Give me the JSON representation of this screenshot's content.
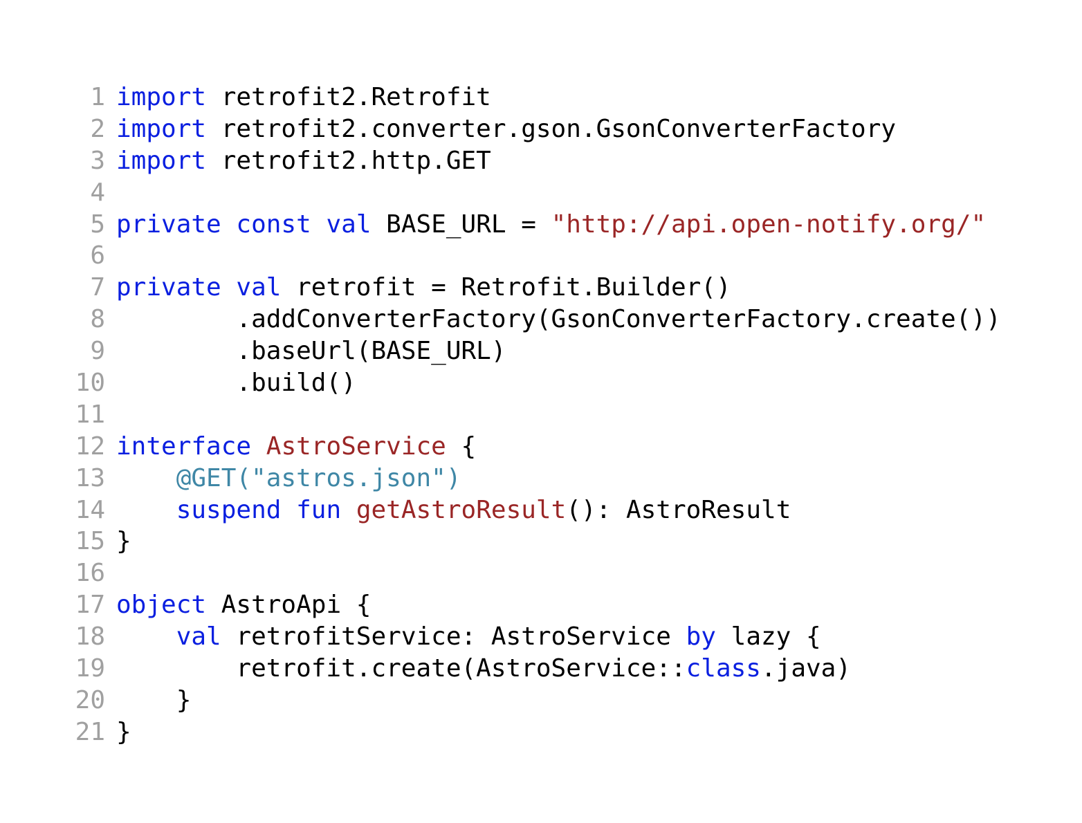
{
  "colors": {
    "keyword": "#0a1fe0",
    "string": "#9a2626",
    "type_name": "#9a2626",
    "function_name": "#9a2626",
    "annotation": "#3f87a6",
    "plain": "#000000",
    "line_number": "#a0a0a0",
    "background": "#ffffff"
  },
  "code": {
    "language": "kotlin",
    "lines": [
      {
        "number": "1",
        "tokens": [
          {
            "t": "kw",
            "text": "import"
          },
          {
            "t": "plain",
            "text": " retrofit2.Retrofit"
          }
        ]
      },
      {
        "number": "2",
        "tokens": [
          {
            "t": "kw",
            "text": "import"
          },
          {
            "t": "plain",
            "text": " retrofit2.converter.gson.GsonConverterFactory"
          }
        ]
      },
      {
        "number": "3",
        "tokens": [
          {
            "t": "kw",
            "text": "import"
          },
          {
            "t": "plain",
            "text": " retrofit2.http.GET"
          }
        ]
      },
      {
        "number": "4",
        "tokens": []
      },
      {
        "number": "5",
        "tokens": [
          {
            "t": "kw",
            "text": "private"
          },
          {
            "t": "plain",
            "text": " "
          },
          {
            "t": "kw",
            "text": "const"
          },
          {
            "t": "plain",
            "text": " "
          },
          {
            "t": "kw",
            "text": "val"
          },
          {
            "t": "plain",
            "text": " BASE_URL = "
          },
          {
            "t": "str",
            "text": "\"http://api.open-notify.org/\""
          }
        ]
      },
      {
        "number": "6",
        "tokens": []
      },
      {
        "number": "7",
        "tokens": [
          {
            "t": "kw",
            "text": "private"
          },
          {
            "t": "plain",
            "text": " "
          },
          {
            "t": "kw",
            "text": "val"
          },
          {
            "t": "plain",
            "text": " retrofit = Retrofit.Builder()"
          }
        ]
      },
      {
        "number": "8",
        "tokens": [
          {
            "t": "plain",
            "text": "        .addConverterFactory(GsonConverterFactory.create())"
          }
        ]
      },
      {
        "number": "9",
        "tokens": [
          {
            "t": "plain",
            "text": "        .baseUrl(BASE_URL)"
          }
        ]
      },
      {
        "number": "10",
        "tokens": [
          {
            "t": "plain",
            "text": "        .build()"
          }
        ]
      },
      {
        "number": "11",
        "tokens": []
      },
      {
        "number": "12",
        "tokens": [
          {
            "t": "kw",
            "text": "interface"
          },
          {
            "t": "plain",
            "text": " "
          },
          {
            "t": "type",
            "text": "AstroService"
          },
          {
            "t": "plain",
            "text": " {"
          }
        ]
      },
      {
        "number": "13",
        "tokens": [
          {
            "t": "plain",
            "text": "    "
          },
          {
            "t": "ann",
            "text": "@GET(\"astros.json\")"
          }
        ]
      },
      {
        "number": "14",
        "tokens": [
          {
            "t": "plain",
            "text": "    "
          },
          {
            "t": "kw",
            "text": "suspend"
          },
          {
            "t": "plain",
            "text": " "
          },
          {
            "t": "kw",
            "text": "fun"
          },
          {
            "t": "plain",
            "text": " "
          },
          {
            "t": "fn",
            "text": "getAstroResult"
          },
          {
            "t": "plain",
            "text": "(): AstroResult"
          }
        ]
      },
      {
        "number": "15",
        "tokens": [
          {
            "t": "plain",
            "text": "}"
          }
        ]
      },
      {
        "number": "16",
        "tokens": []
      },
      {
        "number": "17",
        "tokens": [
          {
            "t": "kw",
            "text": "object"
          },
          {
            "t": "plain",
            "text": " AstroApi {"
          }
        ]
      },
      {
        "number": "18",
        "tokens": [
          {
            "t": "plain",
            "text": "    "
          },
          {
            "t": "kw",
            "text": "val"
          },
          {
            "t": "plain",
            "text": " retrofitService: AstroService "
          },
          {
            "t": "kw",
            "text": "by"
          },
          {
            "t": "plain",
            "text": " lazy {"
          }
        ]
      },
      {
        "number": "19",
        "tokens": [
          {
            "t": "plain",
            "text": "        retrofit.create(AstroService::"
          },
          {
            "t": "kw",
            "text": "class"
          },
          {
            "t": "plain",
            "text": ".java)"
          }
        ]
      },
      {
        "number": "20",
        "tokens": [
          {
            "t": "plain",
            "text": "    }"
          }
        ]
      },
      {
        "number": "21",
        "tokens": [
          {
            "t": "plain",
            "text": "}"
          }
        ]
      }
    ]
  }
}
